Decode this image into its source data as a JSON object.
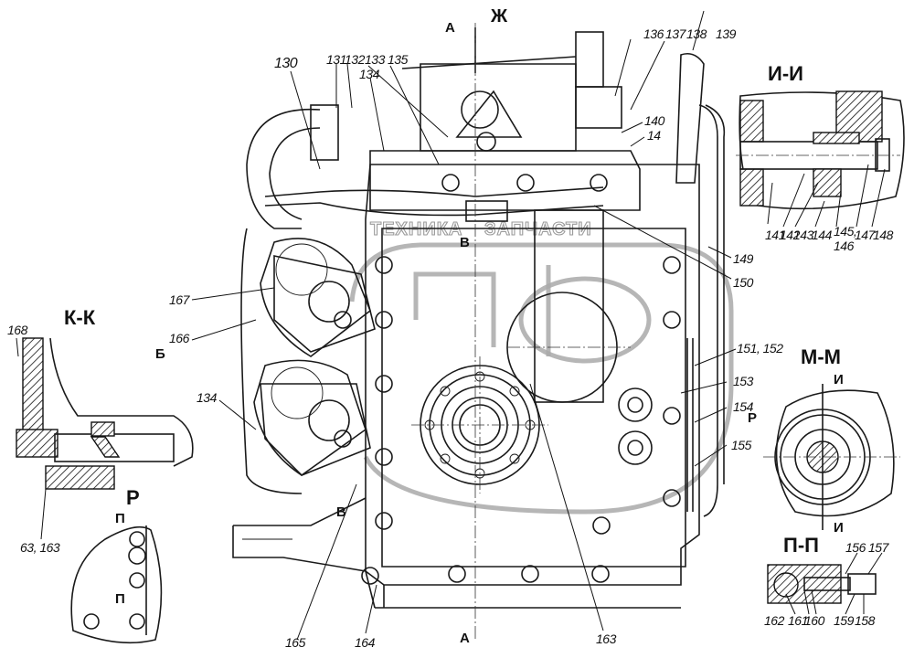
{
  "drawing": {
    "type": "technical assembly drawing (gearbox with pumps)",
    "ink_color": "#111111",
    "background_color": "#ffffff",
    "watermark": {
      "logo_text": "ЭПФ",
      "caption_left": "ТЕХНИКА",
      "caption_right": "ЗАПЧАСТИ",
      "color": "#a9a9a9"
    }
  },
  "section_views": {
    "I_I": "И-И",
    "K_K": "К-К",
    "M_M": "М-М",
    "P_P": "П-П",
    "R": "Р"
  },
  "view_markers": {
    "A_top": "А",
    "A_bottom": "А",
    "Zh": "Ж",
    "B_left": "Б",
    "V_top": "В",
    "V_bottom": "В",
    "R_right": "Р",
    "I_top": "И",
    "I_bottom": "И",
    "P_top": "П",
    "P_bottom": "П"
  },
  "callouts": {
    "c130": "130",
    "c131": "131",
    "c132": "132",
    "c133": "133",
    "c134": "134",
    "c135": "135",
    "c136": "136",
    "c137": "137",
    "c138": "138",
    "c139": "139",
    "c140": "140",
    "c14": "14",
    "c141": "141",
    "c142": "142",
    "c143": "143",
    "c144": "144",
    "c145": "145,",
    "c146": "146",
    "c147": "147",
    "c148": "148",
    "c149": "149",
    "c150": "150",
    "c151": "151, 152",
    "c153": "153",
    "c154": "154",
    "c155": "155",
    "c156": "156",
    "c157": "157",
    "c158": "158",
    "c159": "159",
    "c160": "160",
    "c161": "161",
    "c162": "162",
    "c163": "163",
    "c163b": "63, 163",
    "c164": "164",
    "c165": "165",
    "c166": "166",
    "c167": "167",
    "c168": "168",
    "c134b": "134"
  }
}
